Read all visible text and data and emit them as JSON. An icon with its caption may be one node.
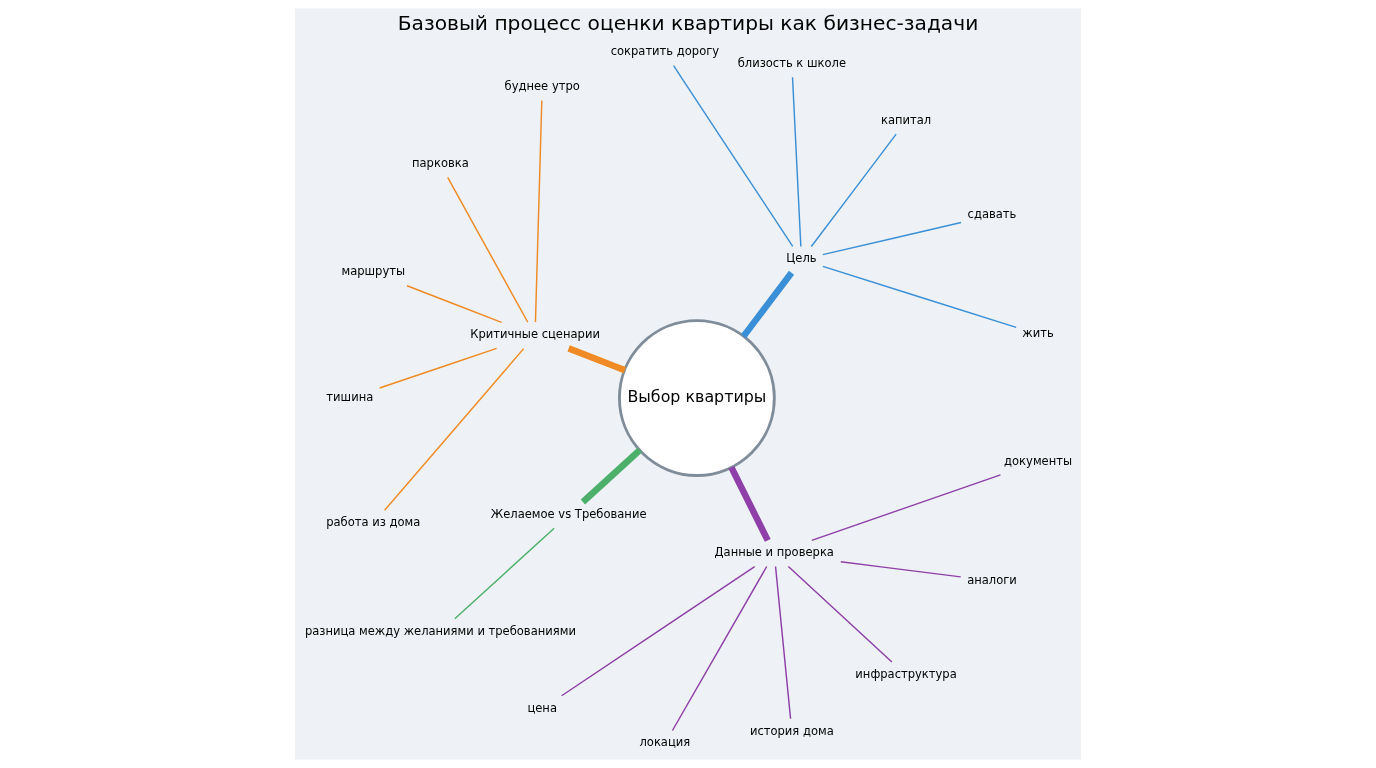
{
  "diagram": {
    "title": "Базовый процесс оценки квартиры как бизнес-задачи",
    "nodes": [
      {
        "text": [
          "Выбор квартиры"
        ]
      },
      {
        "text": [
          "Цель"
        ]
      },
      {
        "text": [
          "жить"
        ]
      },
      {
        "text": [
          "сдавать"
        ]
      },
      {
        "text": [
          "капитал"
        ]
      },
      {
        "text": [
          "близость к школе"
        ]
      },
      {
        "text": [
          "сократить дорогу"
        ]
      },
      {
        "text": [
          "Критичные сценарии"
        ]
      },
      {
        "text": [
          "буднее утро"
        ]
      },
      {
        "text": [
          "парковка"
        ]
      },
      {
        "text": [
          "маршруты"
        ]
      },
      {
        "text": [
          "тишина"
        ]
      },
      {
        "text": [
          "работа из дома"
        ]
      },
      {
        "text": [
          "Желаемое vs Требование"
        ]
      },
      {
        "text": [
          "разница между желаниями и требованиями"
        ]
      },
      {
        "text": [
          "Данные и проверка"
        ]
      },
      {
        "text": [
          "цена"
        ]
      },
      {
        "text": [
          "локация"
        ]
      },
      {
        "text": [
          "история дома"
        ]
      },
      {
        "text": [
          "инфраструктура"
        ]
      },
      {
        "text": [
          "аналоги"
        ]
      },
      {
        "text": [
          "документы"
        ]
      }
    ],
    "edges": [
      {
        "from": 0,
        "to": 1,
        "arrow": "none",
        "style": "thick",
        "color": "#3a8fd6"
      },
      {
        "from": 1,
        "to": 2,
        "arrow": "none",
        "color": "#3a8fd6"
      },
      {
        "from": 1,
        "to": 3,
        "arrow": "none",
        "color": "#3a8fd6"
      },
      {
        "from": 1,
        "to": 4,
        "arrow": "none",
        "color": "#3a8fd6"
      },
      {
        "from": 1,
        "to": 5,
        "arrow": "none",
        "color": "#3a8fd6"
      },
      {
        "from": 1,
        "to": 6,
        "arrow": "none",
        "color": "#3a8fd6"
      },
      {
        "from": 0,
        "to": 7,
        "arrow": "none",
        "style": "thick",
        "color": "#f08a24"
      },
      {
        "from": 7,
        "to": 8,
        "arrow": "none",
        "color": "#f08a24"
      },
      {
        "from": 7,
        "to": 9,
        "arrow": "none",
        "color": "#f08a24"
      },
      {
        "from": 7,
        "to": 10,
        "arrow": "none",
        "color": "#f08a24"
      },
      {
        "from": 7,
        "to": 11,
        "arrow": "none",
        "color": "#f08a24"
      },
      {
        "from": 7,
        "to": 12,
        "arrow": "none",
        "color": "#f08a24"
      },
      {
        "from": 0,
        "to": 13,
        "arrow": "none",
        "style": "thick",
        "color": "#4caf6a"
      },
      {
        "from": 13,
        "to": 14,
        "arrow": "none",
        "color": "#4caf6a"
      },
      {
        "from": 0,
        "to": 15,
        "arrow": "none",
        "style": "thick",
        "color": "#8e3fa8"
      },
      {
        "from": 15,
        "to": 16,
        "arrow": "none",
        "color": "#8e3fa8"
      },
      {
        "from": 15,
        "to": 17,
        "arrow": "none",
        "color": "#8e3fa8"
      },
      {
        "from": 15,
        "to": 18,
        "arrow": "none",
        "color": "#8e3fa8"
      },
      {
        "from": 15,
        "to": 19,
        "arrow": "none",
        "color": "#8e3fa8"
      },
      {
        "from": 15,
        "to": 20,
        "arrow": "none",
        "color": "#8e3fa8"
      },
      {
        "from": 15,
        "to": 21,
        "arrow": "none",
        "color": "#8e3fa8"
      }
    ]
  }
}
